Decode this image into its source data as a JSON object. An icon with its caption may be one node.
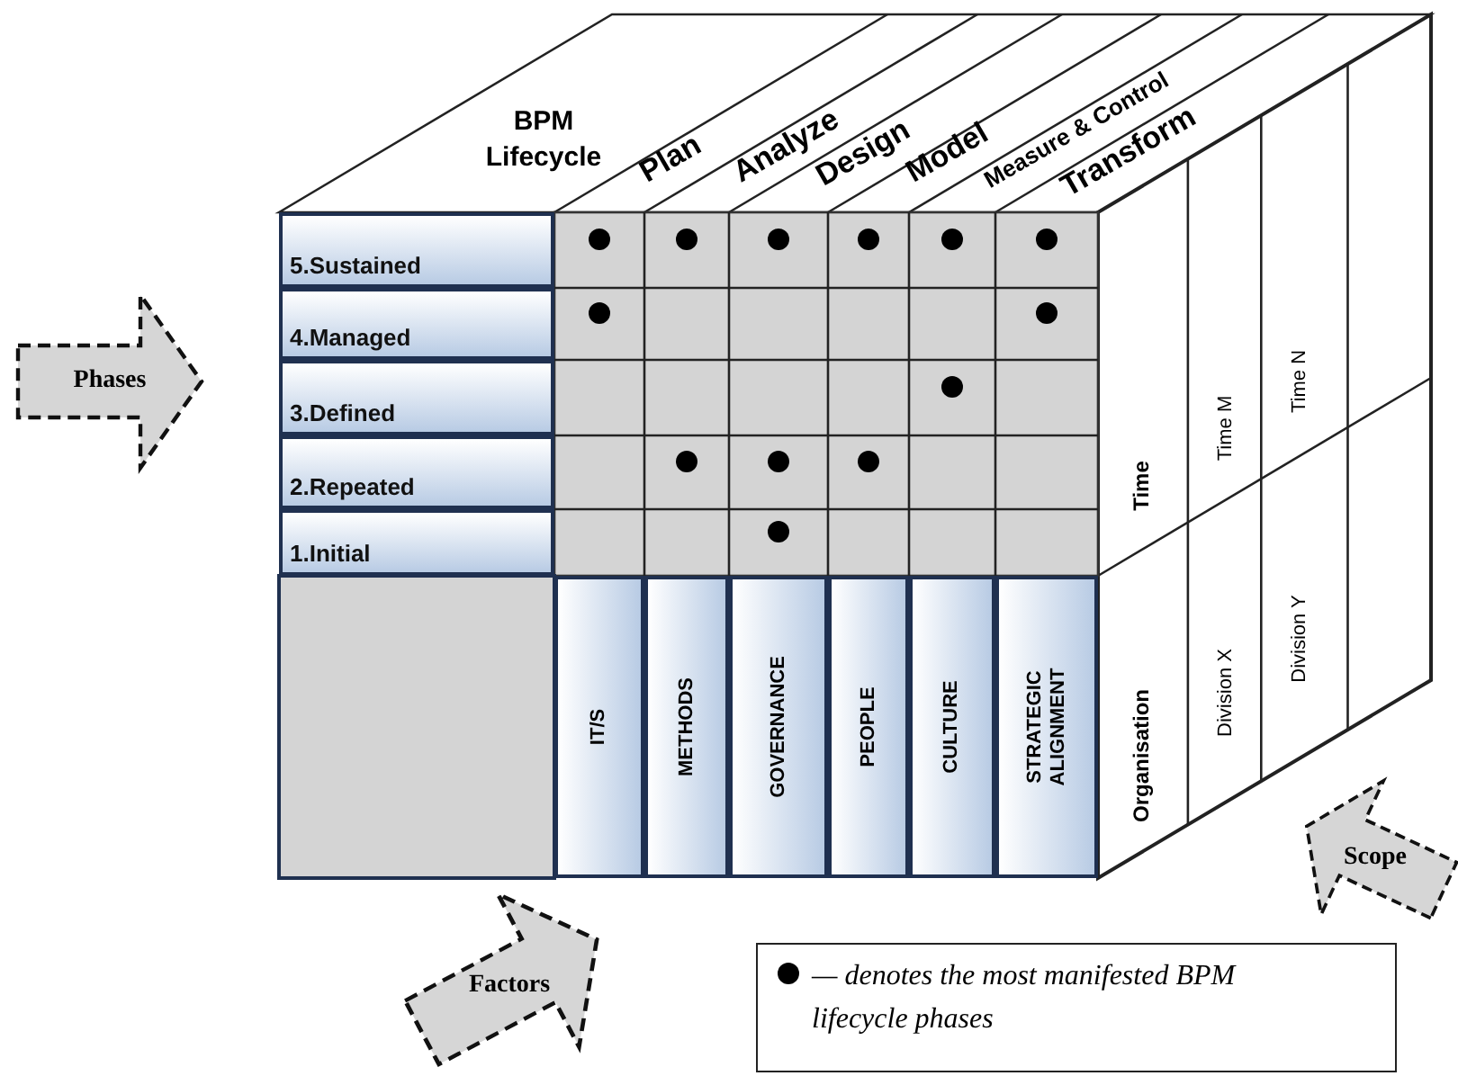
{
  "diagram": {
    "nodes": [
      {
        "text": [
          "5.Sustained"
        ]
      },
      {
        "text": [
          "4.Managed"
        ]
      },
      {
        "text": [
          "3.Defined"
        ]
      },
      {
        "text": [
          "2.Repeated"
        ]
      },
      {
        "text": [
          "1.Initial"
        ]
      },
      {
        "text": [
          "IT/S"
        ]
      },
      {
        "text": [
          "METHODS"
        ]
      },
      {
        "text": [
          "GOVERNANCE"
        ]
      },
      {
        "text": [
          "PEOPLE"
        ]
      },
      {
        "text": [
          "CULTURE"
        ]
      },
      {
        "text": [
          "STRATEGIC ALIGNMENT"
        ]
      },
      {
        "text": [
          "Phases"
        ]
      },
      {
        "text": [
          "Factors"
        ]
      },
      {
        "text": [
          "Scope"
        ]
      }
    ],
    "labels": [
      "BPM Lifecycle",
      "Plan",
      "Analyze",
      "Design",
      "Model",
      "Measure & Control",
      "Transform",
      "Time",
      "Time M",
      "Time N",
      "Organisation",
      "Division X",
      "Division Y"
    ],
    "legend": [
      {
        "text": "— denotes the most manifested BPM lifecycle phases"
      }
    ]
  }
}
